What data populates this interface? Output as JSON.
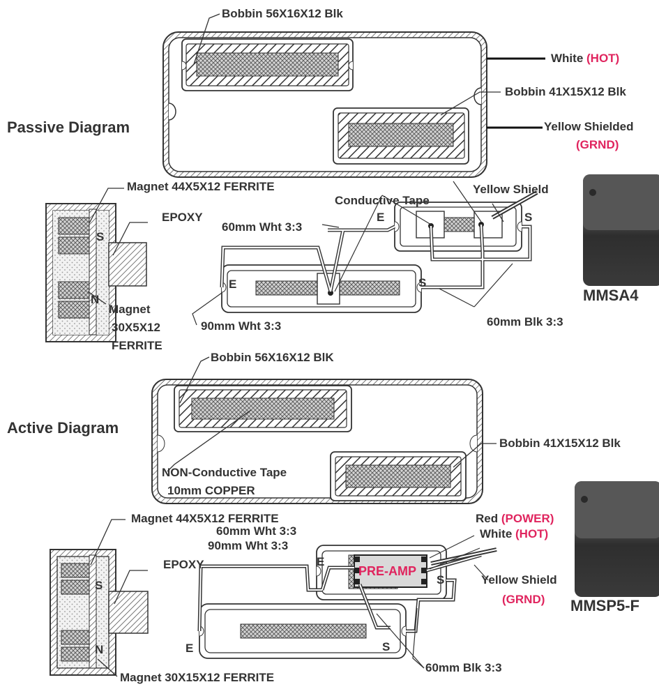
{
  "colors": {
    "ink": "#333333",
    "accent_red": "#e0245e",
    "product_dark": "#3a3a3a",
    "coil_fill": "#cccccc"
  },
  "passive": {
    "title": "Passive Diagram",
    "bobbin_large": "Bobbin 56X16X12 Blk",
    "bobbin_small": "Bobbin 41X15X12 Blk",
    "white_wire": "White",
    "white_wire_tag": "(HOT)",
    "yellow_wire": "Yellow  Shielded",
    "yellow_wire_tag": "(GRND)",
    "magnet_top": "Magnet 44X5X12 FERRITE",
    "epoxy": "EPOXY",
    "magnet_bottom_line1": "Magnet",
    "magnet_bottom_line2": "30X5X12",
    "magnet_bottom_line3": "FERRITE",
    "pole_s": "S",
    "pole_n": "N",
    "conductive_tape": "Conductive Tape",
    "yellow_shield": "Yellow Shield",
    "wire_60_wht": "60mm Wht 3:3",
    "wire_90_wht": "90mm Wht 3:3",
    "wire_60_blk": "60mm Blk 3:3",
    "end_e": "E",
    "end_s": "S",
    "model": "MMSA4"
  },
  "active": {
    "title": "Active Diagram",
    "bobbin_large": "Bobbin 56X16X12 BlK",
    "bobbin_small": "Bobbin 41X15X12 Blk",
    "tape_line1": "NON-Conductive Tape",
    "tape_line2": "10mm COPPER",
    "magnet_top": "Magnet 44X5X12 FERRITE",
    "epoxy": "EPOXY",
    "wire_60_wht": "60mm Wht 3:3",
    "wire_90_wht": "90mm Wht 3:3",
    "preamp": "PRE-AMP",
    "red_wire": "Red",
    "red_wire_tag": "(POWER)",
    "white_wire": "White",
    "white_wire_tag": "(HOT)",
    "yellow_shield": "Yellow Shield",
    "yellow_shield_tag": "(GRND)",
    "wire_60_blk": "60mm Blk 3:3",
    "magnet_bottom": "Magnet 30X15X12 FERRITE",
    "pole_s": "S",
    "pole_n": "N",
    "end_e": "E",
    "end_s": "S",
    "model": "MMSP5-F"
  }
}
